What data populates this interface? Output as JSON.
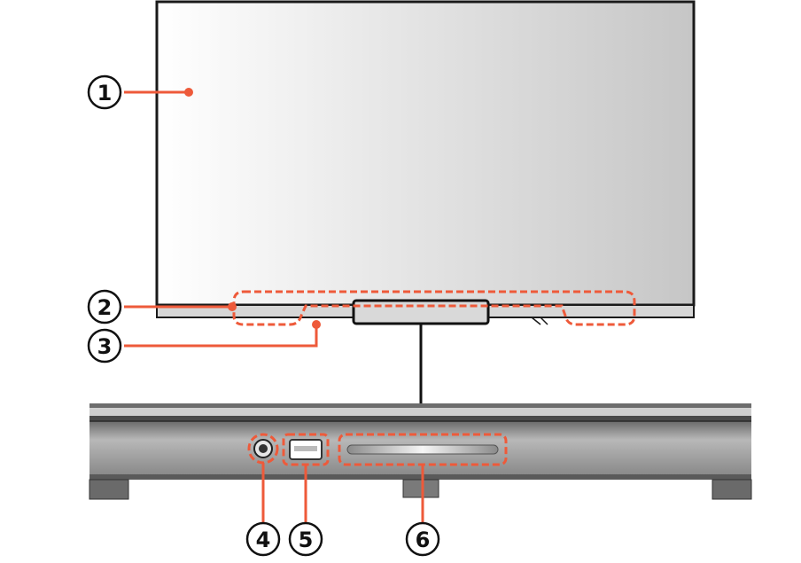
{
  "callouts": [
    {
      "label": "1"
    },
    {
      "label": "2"
    },
    {
      "label": "3"
    },
    {
      "label": "4"
    },
    {
      "label": "5"
    },
    {
      "label": "6"
    }
  ],
  "colors": {
    "callout_accent": "#ee5a3a",
    "outline": "#1a1a1a",
    "panel_dark": "#4a4a4a",
    "panel_light": "#9a9a9a",
    "screen_light": "#ffffff",
    "screen_dark": "#c9c9c9"
  }
}
